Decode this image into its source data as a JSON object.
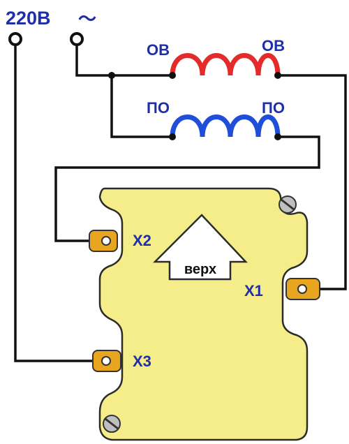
{
  "supply": {
    "voltage": "220В",
    "symbol": "～"
  },
  "coils": {
    "ov_left": "ОВ",
    "ov_right": "ОВ",
    "po_left": "ПО",
    "po_right": "ПО"
  },
  "terminals": {
    "x1": "X1",
    "x2": "X2",
    "x3": "X3"
  },
  "arrow": {
    "label": "верх"
  },
  "colors": {
    "label": "#1f2fa8",
    "wire": "#111111",
    "ov_coil": "#e32b2b",
    "po_coil": "#1f4fd8",
    "block_fill": "#f5ec8a",
    "lug_fill": "#e8a520"
  }
}
